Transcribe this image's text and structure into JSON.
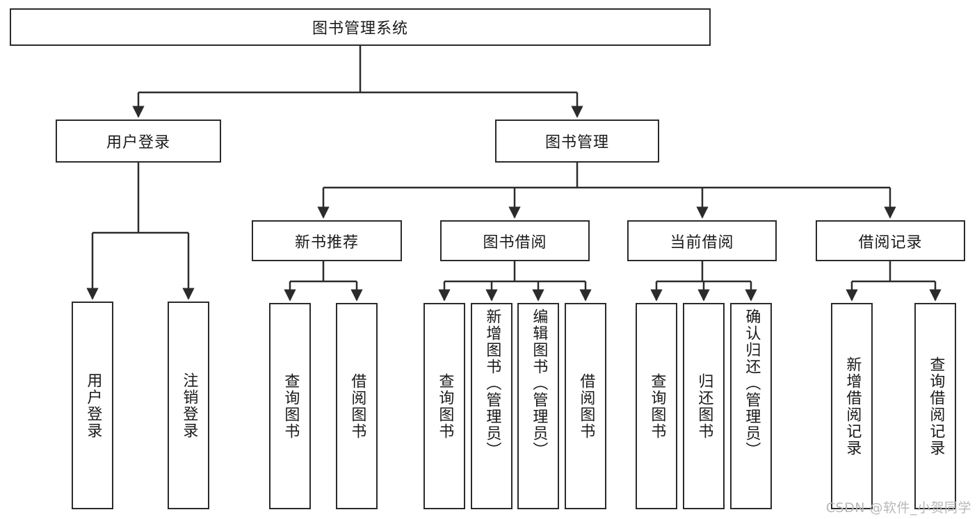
{
  "diagram": {
    "type": "tree",
    "title": "图书管理系统",
    "root": {
      "label": "图书管理系统"
    },
    "level2": [
      {
        "label": "用户登录"
      },
      {
        "label": "图书管理"
      }
    ],
    "level3": [
      {
        "label": "新书推荐"
      },
      {
        "label": "图书借阅"
      },
      {
        "label": "当前借阅"
      },
      {
        "label": "借阅记录"
      }
    ],
    "leaves": {
      "user_login": [
        {
          "label": "用户登录"
        },
        {
          "label": "注销登录"
        }
      ],
      "new_book_recommend": [
        {
          "label": "查询图书"
        },
        {
          "label": "借阅图书"
        }
      ],
      "book_borrow": [
        {
          "label": "查询图书"
        },
        {
          "label": "新增图书（管理员）"
        },
        {
          "label": "编辑图书（管理员）"
        },
        {
          "label": "借阅图书"
        }
      ],
      "current_borrow": [
        {
          "label": "查询图书"
        },
        {
          "label": "归还图书"
        },
        {
          "label": "确认归还（管理员）"
        }
      ],
      "borrow_record": [
        {
          "label": "新增借阅记录"
        },
        {
          "label": "查询借阅记录"
        }
      ]
    }
  },
  "watermark": {
    "text": "CSDN @软件_小贺同学"
  },
  "colors": {
    "stroke": "#2b2b2b",
    "fill": "#ffffff",
    "text": "#1a1a1a",
    "watermark": "#b8b8b8"
  }
}
